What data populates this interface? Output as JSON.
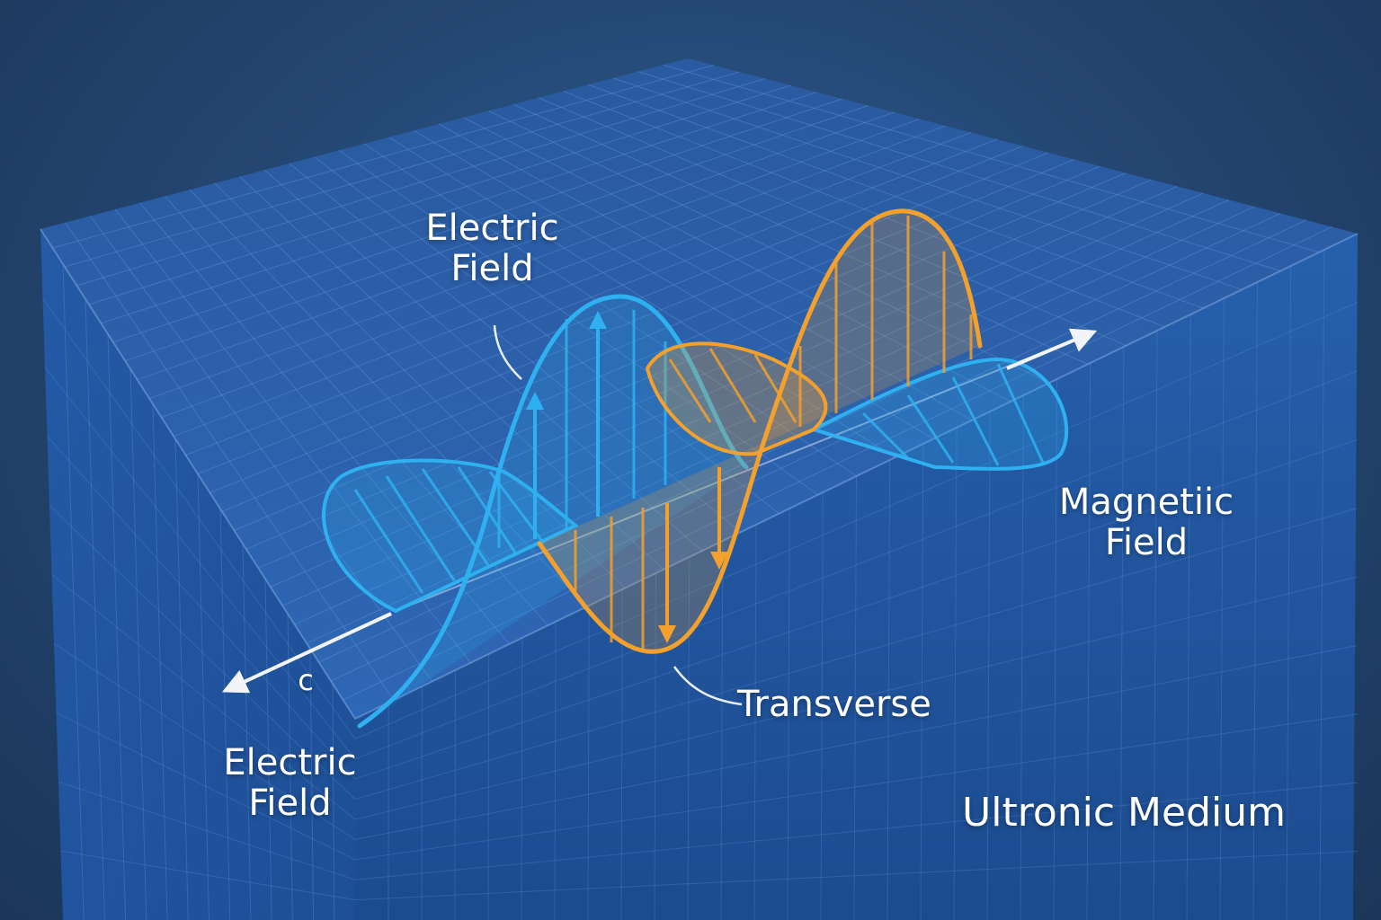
{
  "labels": {
    "electric_top": [
      "Electric",
      "Field"
    ],
    "electric_bottom": [
      "Electric",
      "Field"
    ],
    "magnetic": [
      "Magnetiic",
      "Field"
    ],
    "transverse": "Transverse",
    "speed": "c",
    "medium": "Ultronic Medium"
  },
  "colors": {
    "background": "#23456f",
    "medium_top": "#2d63b0",
    "medium_side": "#1f57a5",
    "grid_line": "#5e93d8",
    "electric_wave": "#2fb0f0",
    "magnetic_wave": "#f3a02c",
    "arrow": "#f2f4f8",
    "label_text": "#ffffff"
  }
}
